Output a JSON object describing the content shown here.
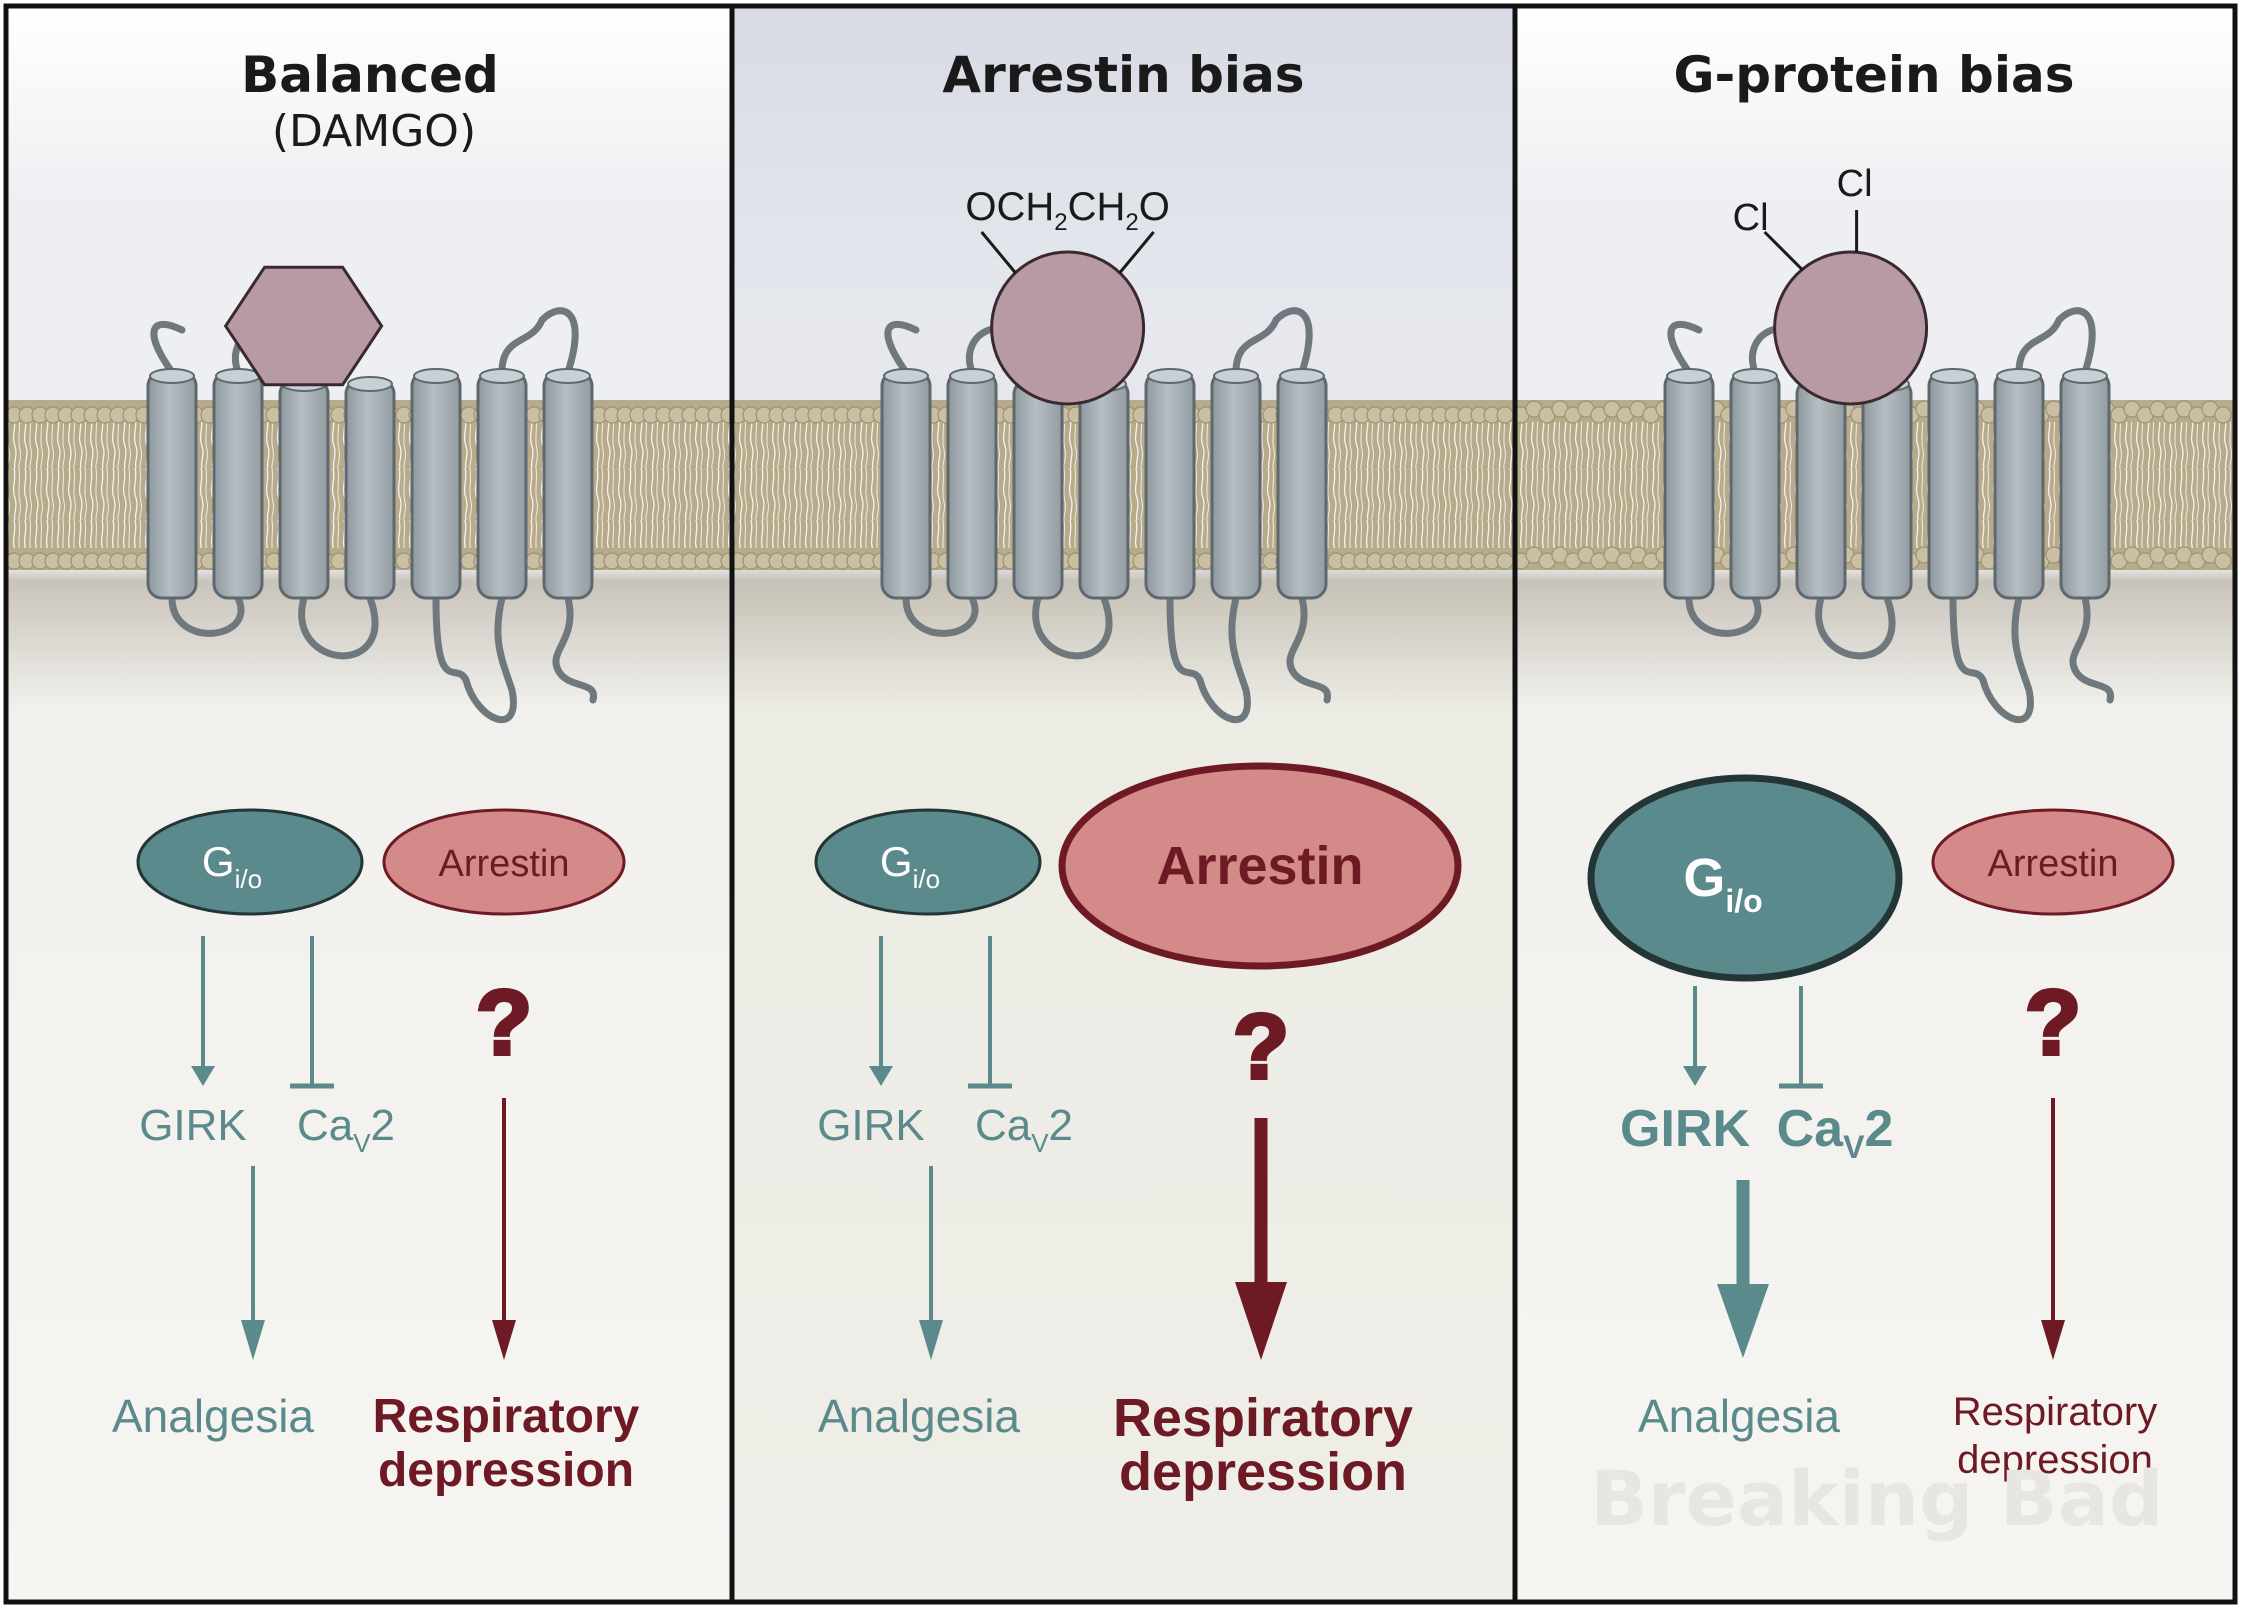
{
  "panels": [
    {
      "title": "Balanced",
      "subtitle": "(DAMGO)",
      "ligand": {
        "shape": "hexagon",
        "substituents": []
      },
      "gprotein": {
        "label": "G",
        "sub": "i/o",
        "emphasis": "normal"
      },
      "arrestin": {
        "label": "Arrestin",
        "emphasis": "normal"
      },
      "girk": "GIRK",
      "cav": {
        "base": "Ca",
        "sub": "V",
        "suffix": "2"
      },
      "question": "?",
      "analgesia": "Analgesia",
      "resp": [
        "Respiratory",
        "depression"
      ],
      "resp_emphasis": "bold"
    },
    {
      "title": "Arrestin bias",
      "subtitle": "",
      "ligand": {
        "shape": "circle",
        "substituents": [
          "OCH2CH2O"
        ]
      },
      "gprotein": {
        "label": "G",
        "sub": "i/o",
        "emphasis": "normal"
      },
      "arrestin": {
        "label": "Arrestin",
        "emphasis": "large"
      },
      "girk": "GIRK",
      "cav": {
        "base": "Ca",
        "sub": "V",
        "suffix": "2"
      },
      "question": "?",
      "analgesia": "Analgesia",
      "resp": [
        "Respiratory",
        "depression"
      ],
      "resp_emphasis": "large"
    },
    {
      "title": "G-protein bias",
      "subtitle": "",
      "ligand": {
        "shape": "circle",
        "substituents": [
          "Cl",
          "Cl"
        ]
      },
      "gprotein": {
        "label": "G",
        "sub": "i/o",
        "emphasis": "large"
      },
      "arrestin": {
        "label": "Arrestin",
        "emphasis": "normal"
      },
      "girk": "GIRK",
      "cav": {
        "base": "Ca",
        "sub": "V",
        "suffix": "2"
      },
      "question": "?",
      "analgesia": "Analgesia",
      "resp": [
        "Respiratory",
        "depression"
      ],
      "resp_emphasis": "normal"
    }
  ],
  "chem": {
    "och": "OCH",
    "sub2a": "2",
    "ch": "CH",
    "sub2b": "2",
    "o": "O",
    "cl": "Cl"
  },
  "watermark": "Breaking Bad",
  "colors": {
    "teal": "#5b8a8c",
    "teal_dark": "#4b7a7c",
    "red": "#d58a8a",
    "maroon": "#6e1a24",
    "ligand": "#b79aa4",
    "helix": "#a3aeb4",
    "membrane": "#bfb397"
  }
}
